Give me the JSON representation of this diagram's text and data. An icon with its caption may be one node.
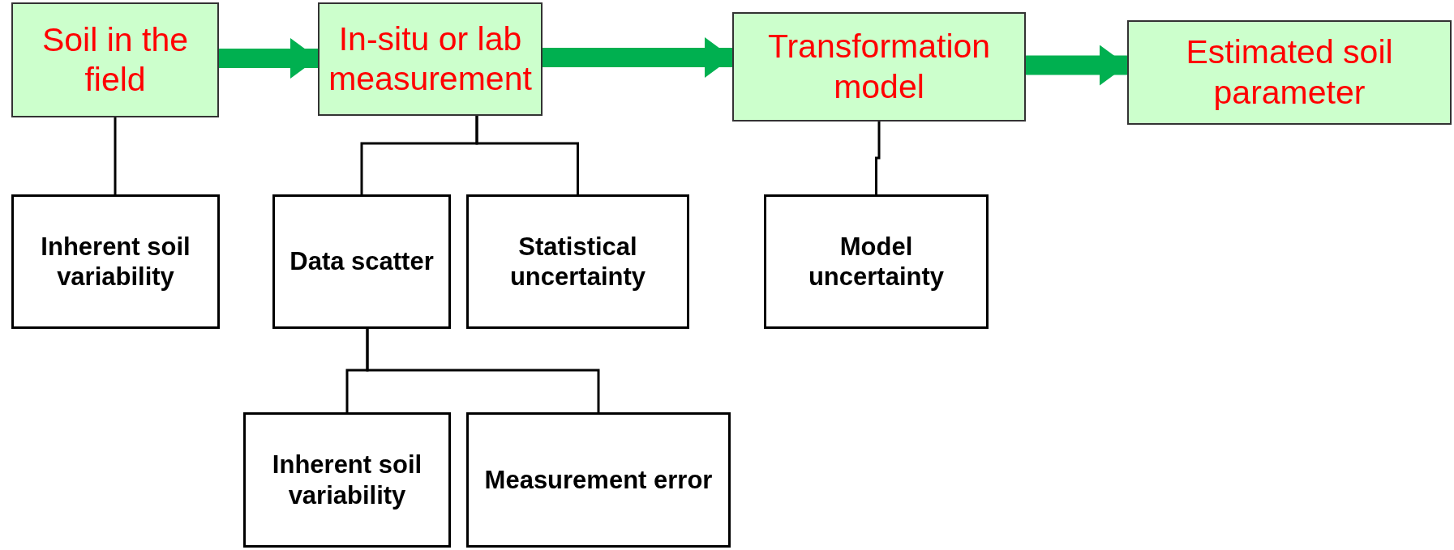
{
  "diagram": {
    "nodes": [
      {
        "text": [
          "Soil in the field"
        ]
      },
      {
        "text": [
          "In-situ or lab measurement"
        ]
      },
      {
        "text": [
          "Transformation model"
        ]
      },
      {
        "text": [
          "Estimated soil parameter"
        ]
      },
      {
        "text": [
          "Inherent soil variability"
        ]
      },
      {
        "text": [
          "Data scatter"
        ]
      },
      {
        "text": [
          "Statistical uncertainty"
        ]
      },
      {
        "text": [
          "Model uncertainty"
        ]
      },
      {
        "text": [
          "Inherent soil variability"
        ]
      },
      {
        "text": [
          "Measurement error"
        ]
      }
    ],
    "edges": [
      {
        "from": 0,
        "to": 1,
        "arrow": "to",
        "style": "thick",
        "color": "#00b050"
      },
      {
        "from": 1,
        "to": 2,
        "arrow": "to",
        "style": "thick",
        "color": "#00b050"
      },
      {
        "from": 2,
        "to": 3,
        "arrow": "to",
        "style": "thick",
        "color": "#00b050"
      },
      {
        "from": 0,
        "to": 4,
        "arrow": "none"
      },
      {
        "from": 1,
        "to": 5,
        "arrow": "none"
      },
      {
        "from": 1,
        "to": 6,
        "arrow": "none"
      },
      {
        "from": 2,
        "to": 7,
        "arrow": "none"
      },
      {
        "from": 5,
        "to": 8,
        "arrow": "none"
      },
      {
        "from": 5,
        "to": 9,
        "arrow": "none"
      }
    ]
  }
}
